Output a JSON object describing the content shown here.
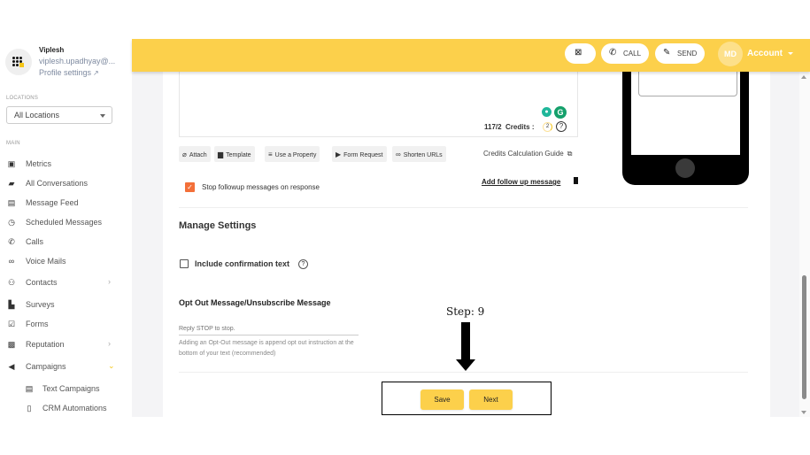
{
  "profile": {
    "name": "Viplesh",
    "email": "viplesh.upadhyay@...",
    "settings_label": "Profile settings",
    "settings_icon": "external-link-icon"
  },
  "sidebar": {
    "locations_label": "LOCATIONS",
    "location_value": "All Locations",
    "main_label": "MAIN",
    "items": [
      {
        "label": "Metrics",
        "icon": "metrics-icon",
        "glyph": "▣"
      },
      {
        "label": "All Conversations",
        "icon": "conversations-icon",
        "glyph": "▰"
      },
      {
        "label": "Message Feed",
        "icon": "message-feed-icon",
        "glyph": "▤"
      },
      {
        "label": "Scheduled Messages",
        "icon": "timer-icon",
        "glyph": "◷"
      },
      {
        "label": "Calls",
        "icon": "phone-icon",
        "glyph": "✆"
      },
      {
        "label": "Voice Mails",
        "icon": "voicemail-icon",
        "glyph": "∞"
      },
      {
        "label": "Contacts",
        "icon": "contacts-icon",
        "glyph": "⚇",
        "chevron": "›"
      },
      {
        "label": "Surveys",
        "icon": "survey-icon",
        "glyph": "▙"
      },
      {
        "label": "Forms",
        "icon": "forms-icon",
        "glyph": "☑"
      },
      {
        "label": "Reputation",
        "icon": "reputation-icon",
        "glyph": "▩",
        "chevron": "›"
      },
      {
        "label": "Campaigns",
        "icon": "megaphone-icon",
        "glyph": "◀",
        "chevron": "⌄"
      },
      {
        "label": "Text Campaigns",
        "icon": "text-campaign-icon",
        "glyph": "▤"
      },
      {
        "label": "CRM Automations",
        "icon": "mobile-icon",
        "glyph": "▯"
      }
    ]
  },
  "header": {
    "no_message_icon": "message-off-icon",
    "call_label": "CALL",
    "send_label": "SEND",
    "avatar_initials": "MD",
    "account_label": "Account",
    "accent_color": "#fcd04b"
  },
  "composer": {
    "counter": "117/2",
    "credits_label": "Credits :",
    "credits_value": "2",
    "help": "?",
    "grammarly_letter": "G",
    "tools": [
      {
        "label": "Attach",
        "glyph": "⌀"
      },
      {
        "label": "Template",
        "glyph": "▆"
      },
      {
        "label": "Use a Property",
        "glyph": "≡"
      },
      {
        "label": "Form Request",
        "glyph": "▶"
      },
      {
        "label": "Shorten URLs",
        "glyph": "∞"
      }
    ],
    "credits_guide": "Credits Calculation Guide",
    "stop_followup_label": "Stop followup messages on response",
    "stop_followup_checked": true,
    "add_followup": "Add follow up message"
  },
  "settings": {
    "title": "Manage Settings",
    "confirmation_label": "Include confirmation text",
    "confirmation_checked": false,
    "optout_title": "Opt Out Message/Unsubscribe Message",
    "optout_placeholder": "Reply STOP to stop.",
    "optout_help": "Adding an Opt-Out message is append opt out instruction at the bottom of your text (recommended)"
  },
  "annotation": {
    "step": "Step: 9"
  },
  "actions": {
    "save": "Save",
    "next": "Next"
  }
}
